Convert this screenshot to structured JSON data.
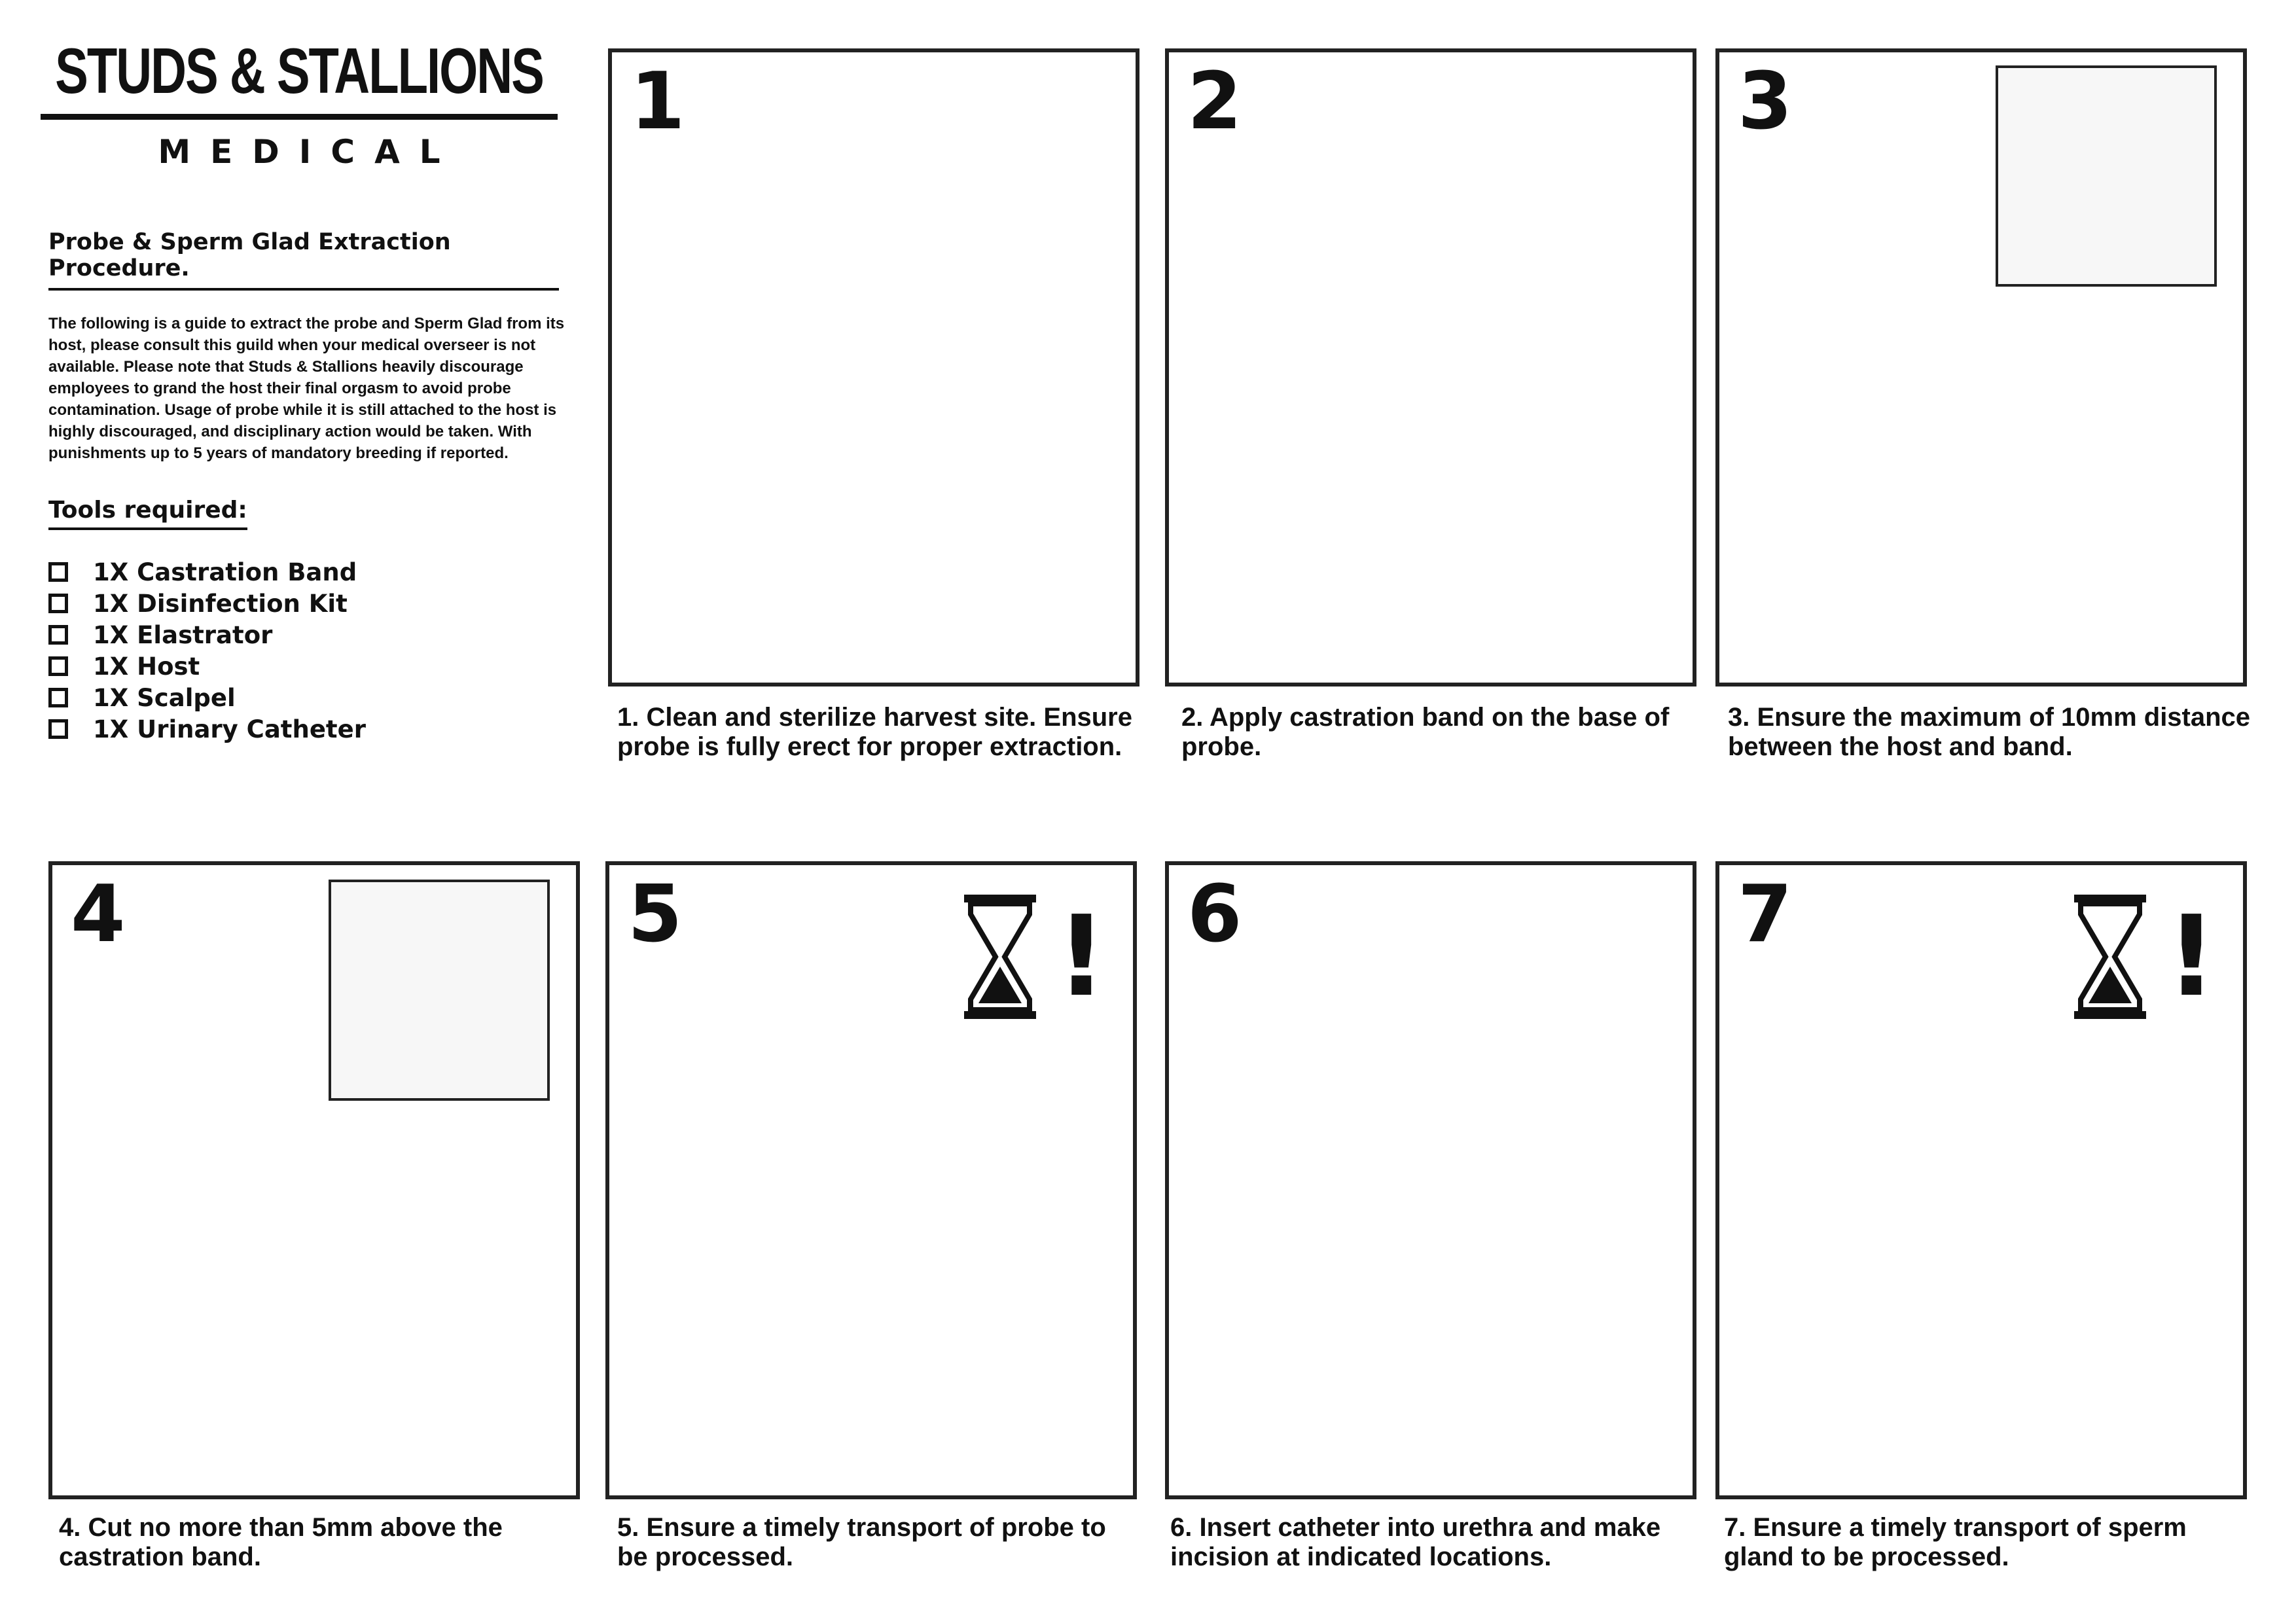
{
  "logo": {
    "main": "STUDS & STALLIONS",
    "sub": "MEDICAL"
  },
  "doc": {
    "title": "Probe & Sperm Glad Extraction Procedure.",
    "intro": "The following is a guide to extract the probe and Sperm Glad from its host, please consult this guild when your medical overseer is not available. Please note that Studs & Stallions heavily discourage employees to grand the host their final orgasm to avoid probe contamination. Usage of probe while it is still attached to the host is highly discouraged, and disciplinary action would be taken. With punishments up to 5 years of mandatory breeding if reported.",
    "tools_heading": "Tools required:",
    "tools": [
      "1X Castration Band",
      "1X Disinfection Kit",
      "1X Elastrator",
      "1X Host",
      "1X Scalpel",
      "1X Urinary Catheter"
    ]
  },
  "steps": [
    {
      "num": "1",
      "caption": "1. Clean and sterilize harvest site. Ensure probe is fully erect for proper extraction."
    },
    {
      "num": "2",
      "caption": "2. Apply castration band on the base of probe."
    },
    {
      "num": "3",
      "caption": "3. Ensure the maximum of 10mm distance between the host and band."
    },
    {
      "num": "4",
      "caption": "4. Cut no more than 5mm above the castration band."
    },
    {
      "num": "5",
      "caption": "5. Ensure a timely transport of probe to be processed."
    },
    {
      "num": "6",
      "caption": "6. Insert catheter into urethra and make incision at indicated locations."
    },
    {
      "num": "7",
      "caption": "7. Ensure a timely transport of sperm gland to be processed."
    }
  ],
  "alert": {
    "mark": "!"
  }
}
